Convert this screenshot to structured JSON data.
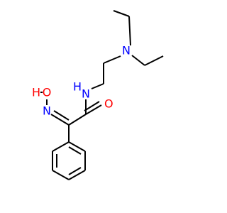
{
  "molecule": {
    "colors": {
      "carbon": "#000000",
      "nitrogen": "#0000ff",
      "oxygen": "#ff0000",
      "background": "#ffffff"
    },
    "atoms": {
      "amine_n": {
        "symbol": "N",
        "element": "nitrogen"
      },
      "amide_n": {
        "symbol": "N",
        "element": "nitrogen"
      },
      "amide_h": {
        "symbol": "H",
        "element": "nitrogen"
      },
      "oxime_n": {
        "symbol": "N",
        "element": "nitrogen"
      },
      "hydroxyl_o": {
        "symbol": "O",
        "element": "oxygen"
      },
      "hydroxyl_h": {
        "symbol": "H",
        "element": "oxygen"
      },
      "carbonyl_o": {
        "symbol": "O",
        "element": "oxygen"
      }
    }
  }
}
